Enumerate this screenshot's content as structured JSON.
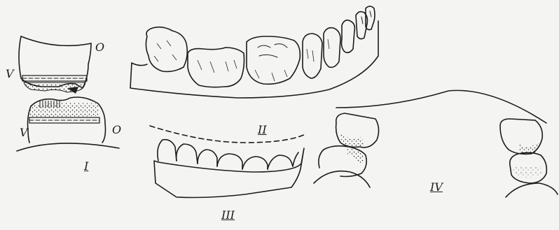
{
  "labels": {
    "fig1_letter_upper_left": "V",
    "fig1_letter_upper_right": "O",
    "fig1_letter_lower_left": "V",
    "fig1_letter_lower_right": "O",
    "fig1_numeral": "I",
    "fig2_numeral": "II",
    "fig3_numeral": "III",
    "fig4_numeral": "IV"
  }
}
